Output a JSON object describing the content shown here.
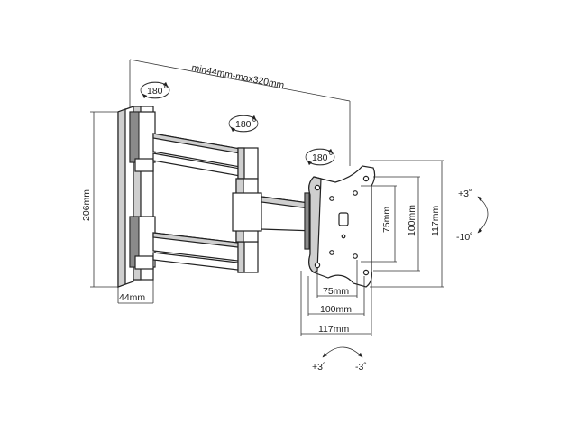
{
  "dimensions": {
    "arm_extension": "min44mm-max320mm",
    "wall_plate_height": "206mm",
    "wall_plate_depth": "44mm",
    "vesa_w_small": "75mm",
    "vesa_w_mid": "100mm",
    "vesa_w_large": "117mm",
    "vesa_h_small": "75mm",
    "vesa_h_mid": "100mm",
    "vesa_h_large": "117mm"
  },
  "rotation": {
    "wall_joint": "180",
    "mid_joint": "180",
    "head_joint": "180",
    "tilt_up": "+3˚",
    "tilt_down": "-10˚",
    "swivel_left": "+3˚",
    "swivel_right": "-3˚"
  }
}
